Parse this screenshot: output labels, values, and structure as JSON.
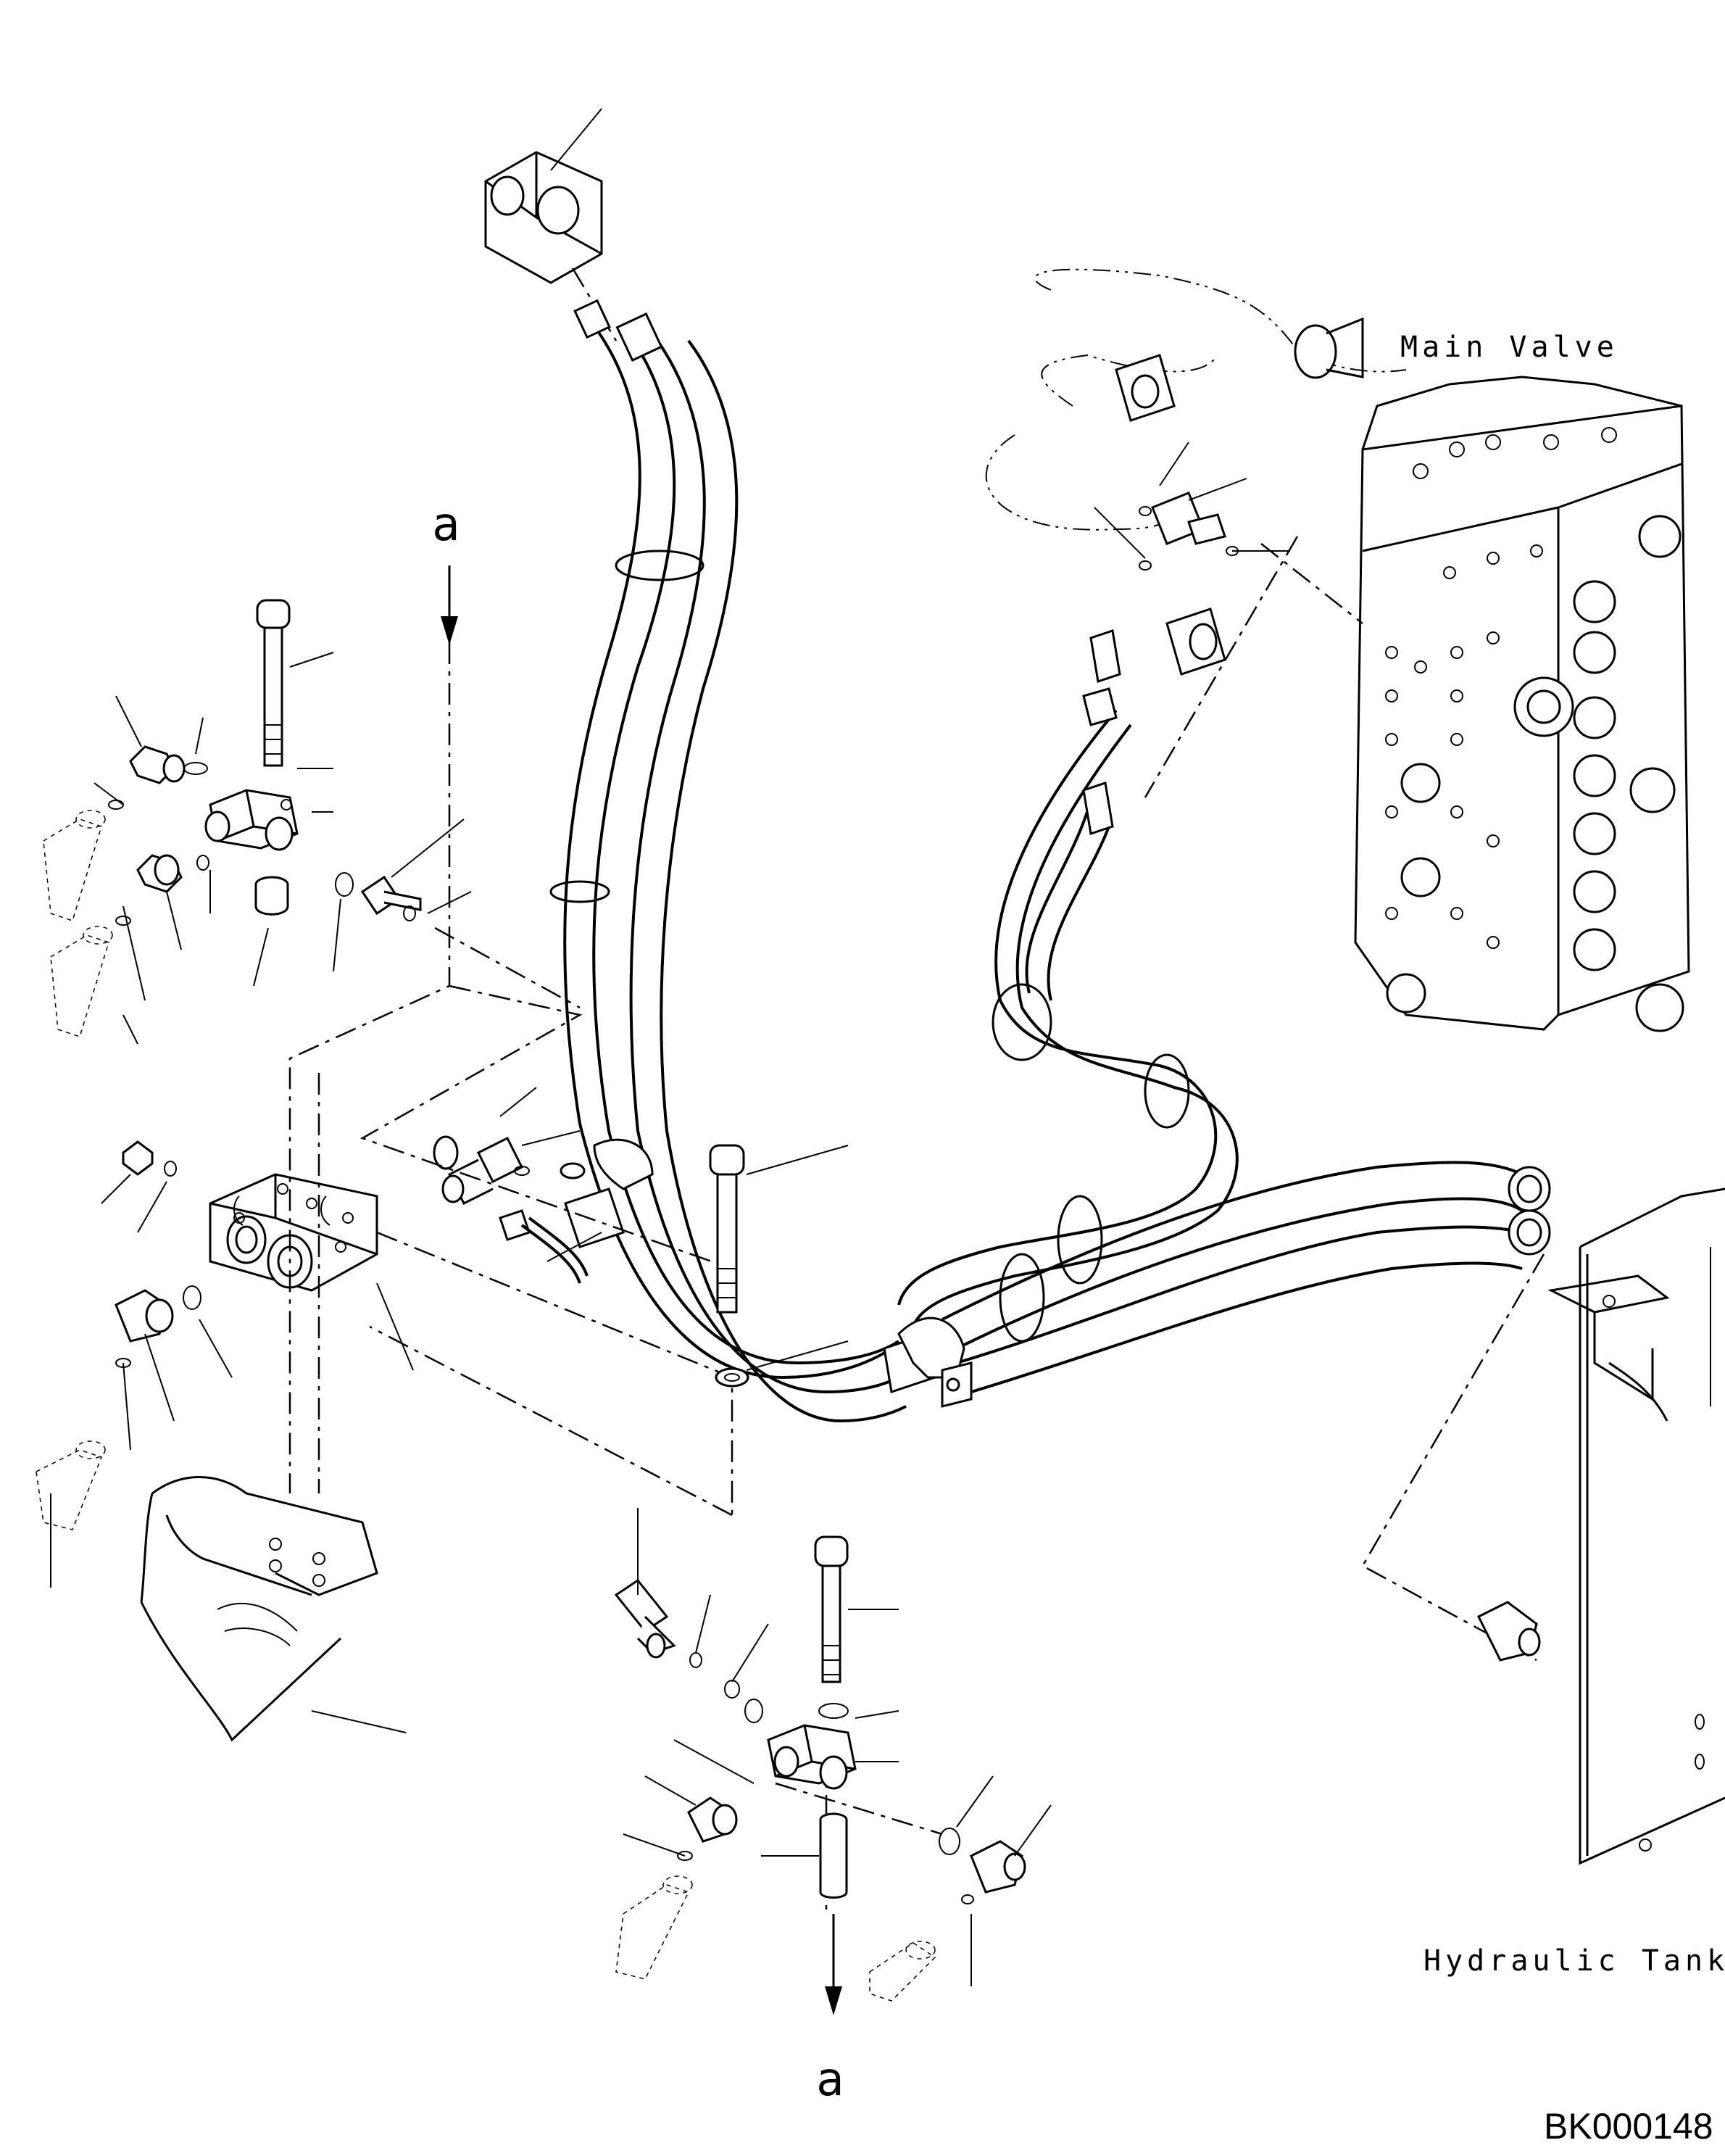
{
  "labels": {
    "main_valve": "Main Valve",
    "hydraulic_tank": "Hydraulic Tank",
    "section_marker_top": "a",
    "section_marker_bottom": "a",
    "drawing_code": "BK000148"
  }
}
